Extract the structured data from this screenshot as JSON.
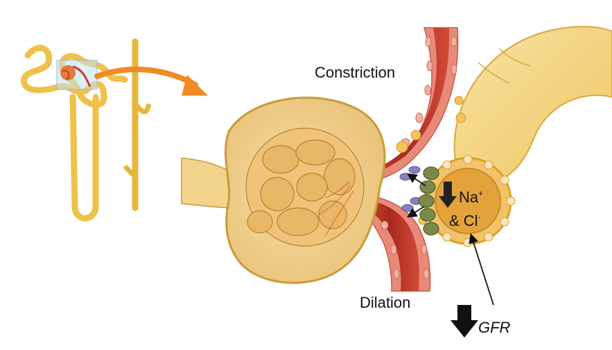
{
  "labels": {
    "constriction": "Constriction",
    "dilation": "Dilation",
    "na": "Na",
    "na_charge": "+",
    "cl_prefix": "& Cl",
    "cl_charge": "-",
    "gfr": "GFR"
  },
  "colors": {
    "tubule_fill": "#f2c14e",
    "tubule_dark": "#d9a21f",
    "capsule_fill": "#f3d48c",
    "capsule_edge": "#c89a3a",
    "glomerulus": "#e8b866",
    "vessel_red": "#b83224",
    "vessel_wall": "#e88a7a",
    "macula_densa": "#7a8a4a",
    "orange_arrow": "#f08a24",
    "black": "#111111"
  },
  "icons": {
    "down_arrow_na": "down-arrow-icon",
    "down_arrow_gfr": "down-arrow-icon",
    "curved_arrow": "curved-arrow-icon"
  }
}
